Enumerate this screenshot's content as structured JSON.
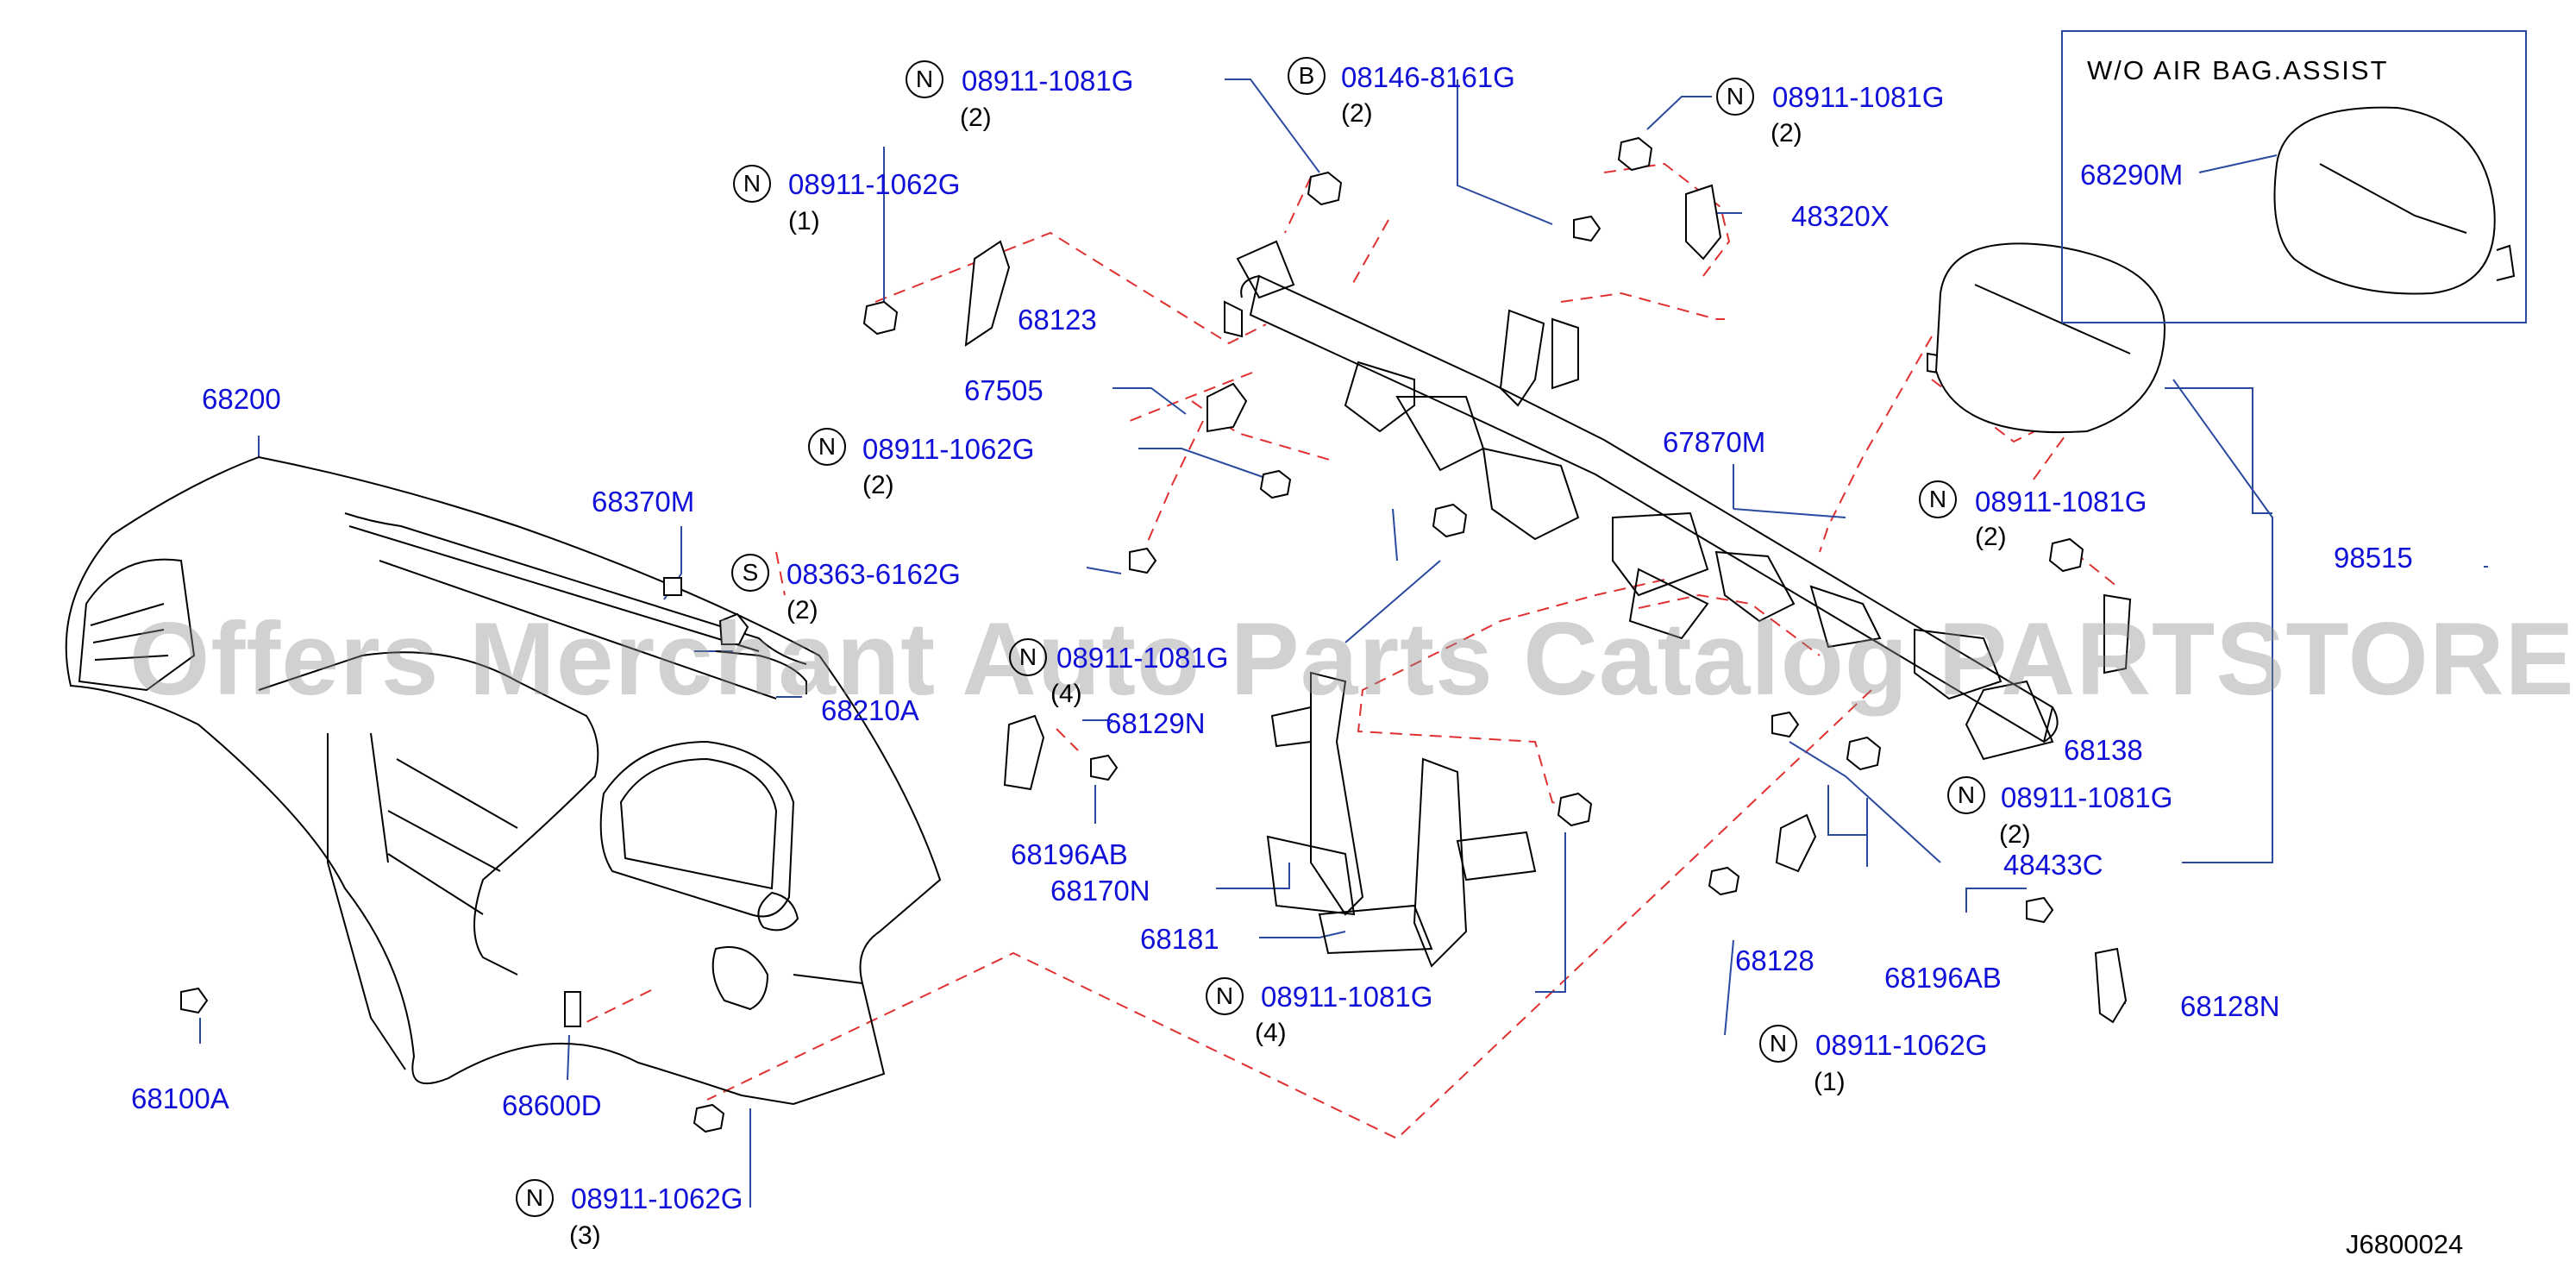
{
  "diagram": {
    "code": "J6800024",
    "watermark": "Offers Merchant Auto Parts Catalog PARTSTORE.SA",
    "inset": {
      "title": "W/O   AIR   BAG.ASSIST",
      "part": "68290M"
    },
    "colors": {
      "part_number": "#1010d8",
      "leader": "#2a4aa0",
      "dashed": "#e03030",
      "outline": "#000000"
    },
    "parts": [
      {
        "sym": "N",
        "number": "08911-1081G",
        "qty": "(2)"
      },
      {
        "sym": "B",
        "number": "08146-8161G",
        "qty": "(2)"
      },
      {
        "sym": "N",
        "number": "08911-1081G",
        "qty": "(2)"
      },
      {
        "sym": "N",
        "number": "08911-1062G",
        "qty": "(1)"
      },
      {
        "number": "68123"
      },
      {
        "number": "48320X"
      },
      {
        "number": "68200"
      },
      {
        "number": "67505"
      },
      {
        "sym": "N",
        "number": "08911-1062G",
        "qty": "(2)"
      },
      {
        "number": "67870M"
      },
      {
        "sym": "N",
        "number": "08911-1081G",
        "qty": "(2)"
      },
      {
        "number": "98515"
      },
      {
        "number": "68370M"
      },
      {
        "sym": "S",
        "number": "08363-6162G",
        "qty": "(2)"
      },
      {
        "sym": "N",
        "number": "08911-1081G",
        "qty": "(4)"
      },
      {
        "number": "68210A"
      },
      {
        "number": "68129N"
      },
      {
        "number": "68138"
      },
      {
        "sym": "N",
        "number": "08911-1081G",
        "qty": "(2)"
      },
      {
        "number": "68196AB"
      },
      {
        "number": "48433C"
      },
      {
        "number": "68170N"
      },
      {
        "number": "68181"
      },
      {
        "number": "68128"
      },
      {
        "number": "68196AB"
      },
      {
        "sym": "N",
        "number": "08911-1081G",
        "qty": "(4)"
      },
      {
        "number": "68128N"
      },
      {
        "sym": "N",
        "number": "08911-1062G",
        "qty": "(1)"
      },
      {
        "number": "68100A"
      },
      {
        "number": "68600D"
      },
      {
        "sym": "N",
        "number": "08911-1062G",
        "qty": "(3)"
      }
    ]
  }
}
